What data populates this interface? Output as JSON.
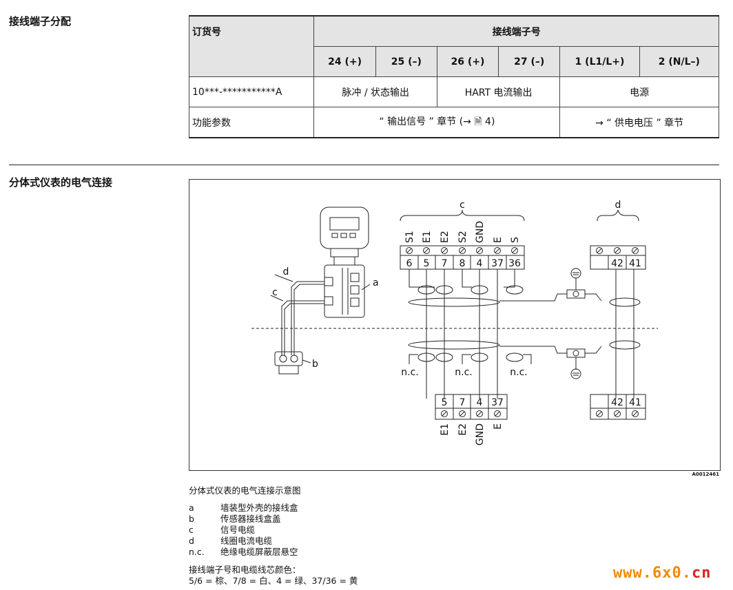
{
  "section1": {
    "title": "接线端子分配"
  },
  "table": {
    "col_order": "订货号",
    "col_terminals": "接线端子号",
    "terminals": [
      "24 (+)",
      "25 (–)",
      "26 (+)",
      "27 (–)",
      "1 (L1/L+)",
      "2 (N/L–)"
    ],
    "row1": {
      "order": "10***-***********A",
      "g1": "脉冲 / 状态输出",
      "g2": "HART 电流输出",
      "g3": "电源"
    },
    "row2": {
      "label": "功能参数",
      "g12": "“ 输出信号 ” 章节 (→ 🗎 4)",
      "g3": "→ “ 供电电压 ” 章节"
    }
  },
  "section2": {
    "title": "分体式仪表的电气连接"
  },
  "figure": {
    "label_c": "c",
    "label_d": "d",
    "label_a": "a",
    "label_b": "b",
    "top_terminal_names": [
      "S1",
      "E1",
      "E2",
      "S2",
      "GND",
      "E",
      "S"
    ],
    "top_terminal_nums": [
      "6",
      "5",
      "7",
      "8",
      "4",
      "37",
      "36"
    ],
    "bottom_terminal_nums": [
      "5",
      "7",
      "4",
      "37"
    ],
    "bottom_terminal_names": [
      "E1",
      "E2",
      "GND",
      "E"
    ],
    "coil_terminal_nums": [
      "42",
      "41"
    ],
    "nc": "n.c.",
    "figure_id": "A0012461"
  },
  "caption": "分体式仪表的电气连接示意图",
  "legend": [
    {
      "key": "a",
      "text": "墙装型外壳的接线盒"
    },
    {
      "key": "b",
      "text": "传感器接线盒盖"
    },
    {
      "key": "c",
      "text": "信号电缆"
    },
    {
      "key": "d",
      "text": "线圈电流电缆"
    },
    {
      "key": "n.c.",
      "text": "绝缘电缆屏蔽层悬空"
    }
  ],
  "note": {
    "line1": "接线端子号和电缆线芯颜色：",
    "line2": "5/6 = 棕、7/8 = 白、4 = 绿、37/36 = 黄"
  },
  "watermark": {
    "a": "www.6x0.",
    "b": "cn"
  }
}
